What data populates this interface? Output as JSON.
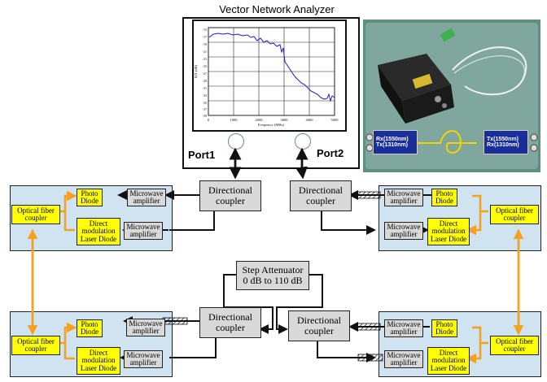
{
  "vna": {
    "title": "Vector Network Analyzer",
    "port1": "Port1",
    "port2": "Port2",
    "plot": {
      "ylabel": "S21 (dB)",
      "xlabel": "Frequency (MHz)",
      "x_ticks": [
        "0",
        "1000",
        "2000",
        "3000",
        "4000",
        "5000"
      ],
      "y_ticks": [
        "-15",
        "-17",
        "-19",
        "-21",
        "-23",
        "-25",
        "-27",
        "-29",
        "-31",
        "-33",
        "-35",
        "-37",
        "-39"
      ]
    }
  },
  "photo": {
    "rx_label_1": "Rx(1550nm)",
    "rx_label_2": "Tx(1310nm)",
    "tx_label_1": "Tx(1550nm)",
    "tx_label_2": "Rx(1310nm)"
  },
  "couplers": {
    "top_left": "Directional\ncoupler",
    "top_right": "Directional\ncoupler",
    "bottom_left": "Directional\ncoupler",
    "bottom_right": "Directional\ncoupler"
  },
  "attenuator": "Step Attenuator\n0 dB to 110 dB",
  "module": {
    "optical_coupler": "Optical fiber\ncoupler",
    "photo_diode": "Photo\nDiode",
    "laser_diode": "Direct\nmodulation\nLaser Diode",
    "mw_amp": "Microwave\namplifier"
  },
  "colors": {
    "panel": "#cfe3f0",
    "optical_link": "#f5a020",
    "component": "#ffff00",
    "amplifier": "#d9d9d9"
  }
}
